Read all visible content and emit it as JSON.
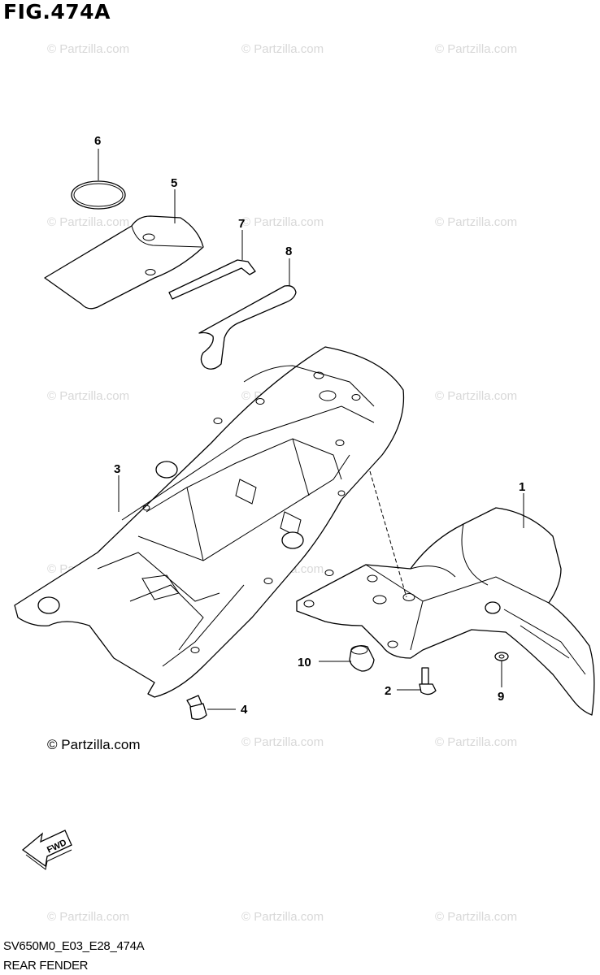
{
  "figure": {
    "title": "FIG.474A",
    "code": "SV650M0_E03_E28_474A",
    "name": "REAR FENDER"
  },
  "watermark": {
    "text": "© Partzilla.com",
    "main_text": "© Partzilla.com"
  },
  "direction_arrow": {
    "label": "FWD"
  },
  "callouts": [
    {
      "id": "1",
      "label": "1"
    },
    {
      "id": "2",
      "label": "2"
    },
    {
      "id": "3",
      "label": "3"
    },
    {
      "id": "4",
      "label": "4"
    },
    {
      "id": "5",
      "label": "5"
    },
    {
      "id": "6",
      "label": "6"
    },
    {
      "id": "7",
      "label": "7"
    },
    {
      "id": "8",
      "label": "8"
    },
    {
      "id": "9",
      "label": "9"
    },
    {
      "id": "10",
      "label": "10"
    }
  ]
}
